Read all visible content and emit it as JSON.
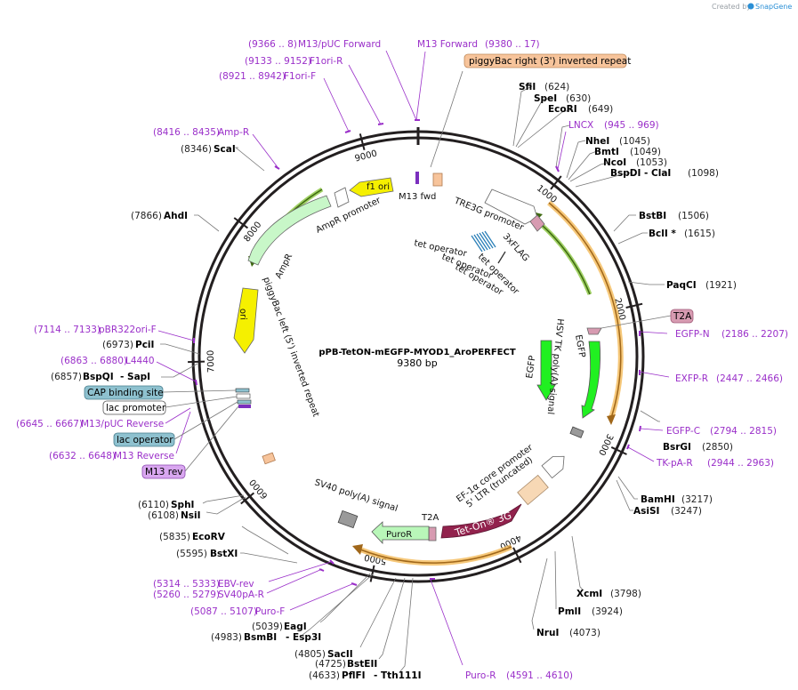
{
  "plasmid": {
    "name": "pPB-TetON-mEGFP-MYOD1_AroPERFECT",
    "length": "9380 bp",
    "total_bp": 9380,
    "ticks": [
      {
        "label": "1000",
        "bp": 1000
      },
      {
        "label": "2000",
        "bp": 2000
      },
      {
        "label": "3000",
        "bp": 3000
      },
      {
        "label": "4000",
        "bp": 4000
      },
      {
        "label": "5000",
        "bp": 5000
      },
      {
        "label": "6000",
        "bp": 6000
      },
      {
        "label": "7000",
        "bp": 7000
      },
      {
        "label": "8000",
        "bp": 8000
      },
      {
        "label": "9000",
        "bp": 9000
      }
    ]
  },
  "watermark": {
    "prefix": "Created by",
    "brand": "SnapGene"
  },
  "colors": {
    "backbone": "#231f20",
    "primer": "#9a2fc9",
    "ori": "#f5f000",
    "ampr": "#c8f7c8",
    "ampr_arc": "#89c53f",
    "puro_arc": "#f3b64d",
    "egfp": "#21f021",
    "teton": "#92224d",
    "puror": "#b9f7b9",
    "itr": "#f7c49b",
    "cap": "#8ec1cf",
    "t2a": "#d79bb1",
    "m13rev": "#d9a7f0"
  },
  "sites": [
    {
      "name": "SfiI",
      "pos": "(624)"
    },
    {
      "name": "SpeI",
      "pos": "(630)"
    },
    {
      "name": "EcoRI",
      "pos": "(649)"
    },
    {
      "name": "NheI",
      "pos": "(1045)"
    },
    {
      "name": "BmtI",
      "pos": "(1049)"
    },
    {
      "name": "NcoI",
      "pos": "(1053)"
    },
    {
      "name": "BspDI",
      "suffix": "- ClaI",
      "pos": "(1098)"
    },
    {
      "name": "BstBI",
      "pos": "(1506)"
    },
    {
      "name": "BclI *",
      "pos": "(1615)"
    },
    {
      "name": "PaqCI",
      "pos": "(1921)"
    },
    {
      "name": "BsrGI",
      "pos": "(2850)"
    },
    {
      "name": "BamHI",
      "pos": "(3217)"
    },
    {
      "name": "AsiSI",
      "pos": "(3247)"
    },
    {
      "name": "XcmI",
      "pos": "(3798)"
    },
    {
      "name": "PmlI",
      "pos": "(3924)"
    },
    {
      "name": "NruI",
      "pos": "(4073)"
    },
    {
      "name": "PflFI",
      "suffix": "- Tth111I",
      "pos": "(4633)"
    },
    {
      "name": "BstEII",
      "pos": "(4725)"
    },
    {
      "name": "SacII",
      "pos": "(4805)"
    },
    {
      "name": "BsmBI",
      "suffix": "- Esp3I",
      "pos": "(4983)"
    },
    {
      "name": "EagI",
      "pos": "(5039)"
    },
    {
      "name": "BstXI",
      "pos": "(5595)"
    },
    {
      "name": "EcoRV",
      "pos": "(5835)"
    },
    {
      "name": "NsiI",
      "pos": "(6108)"
    },
    {
      "name": "SphI",
      "pos": "(6110)"
    },
    {
      "name": "BspQI",
      "suffix": "- SapI",
      "pos": "(6857)"
    },
    {
      "name": "PciI",
      "pos": "(6973)"
    },
    {
      "name": "AhdI",
      "pos": "(7866)"
    },
    {
      "name": "ScaI",
      "pos": "(8346)"
    }
  ],
  "primers": [
    {
      "name": "M13/pUC Forward",
      "range": "(9366 .. 8)"
    },
    {
      "name": "M13 Forward",
      "range": "(9380 .. 17)"
    },
    {
      "name": "F1ori-R",
      "range": "(9133 .. 9152)"
    },
    {
      "name": "F1ori-F",
      "range": "(8921 .. 8942)"
    },
    {
      "name": "Amp-R",
      "range": "(8416 .. 8435)"
    },
    {
      "name": "LNCX",
      "range": "(945 .. 969)"
    },
    {
      "name": "EGFP-N",
      "range": "(2186 .. 2207)"
    },
    {
      "name": "EXFP-R",
      "range": "(2447 .. 2466)"
    },
    {
      "name": "EGFP-C",
      "range": "(2794 .. 2815)"
    },
    {
      "name": "TK-pA-R",
      "range": "(2944 .. 2963)"
    },
    {
      "name": "Puro-R",
      "range": "(4591 .. 4610)"
    },
    {
      "name": "Puro-F",
      "range": "(5087 .. 5107)"
    },
    {
      "name": "SV40pA-R",
      "range": "(5260 .. 5279)"
    },
    {
      "name": "EBV-rev",
      "range": "(5314 .. 5333)"
    },
    {
      "name": "pBR322ori-F",
      "range": "(7114 .. 7133)"
    },
    {
      "name": "L4440",
      "range": "(6863 .. 6880)"
    },
    {
      "name": "M13/pUC Reverse",
      "range": "(6645 .. 6667)"
    },
    {
      "name": "M13 Reverse",
      "range": "(6632 .. 6648)"
    }
  ],
  "boxed_labels": [
    {
      "text": "piggyBac right (3') inverted repeat"
    },
    {
      "text": "T2A"
    },
    {
      "text": "CAP binding site"
    },
    {
      "text": "lac promoter"
    },
    {
      "text": "lac operator"
    },
    {
      "text": "M13 rev"
    }
  ],
  "features": [
    {
      "text": "f1 ori"
    },
    {
      "text": "M13 fwd"
    },
    {
      "text": "AmpR promoter"
    },
    {
      "text": "AmpR"
    },
    {
      "text": "ori"
    },
    {
      "text": "piggyBac left (5') inverted repeat"
    },
    {
      "text": "TRE3G promoter"
    },
    {
      "text": "3xFLAG"
    },
    {
      "text": "tet operator"
    },
    {
      "text": "tet operator"
    },
    {
      "text": "tet operator"
    },
    {
      "text": "tet operator"
    },
    {
      "text": "EGFP"
    },
    {
      "text": "EGFP"
    },
    {
      "text": "HSV TK poly(A) signal"
    },
    {
      "text": "EF-1α core promoter"
    },
    {
      "text": "5' LTR (truncated)"
    },
    {
      "text": "Tet-On® 3G"
    },
    {
      "text": "T2A"
    },
    {
      "text": "PuroR"
    },
    {
      "text": "SV40 poly(A) signal"
    }
  ]
}
